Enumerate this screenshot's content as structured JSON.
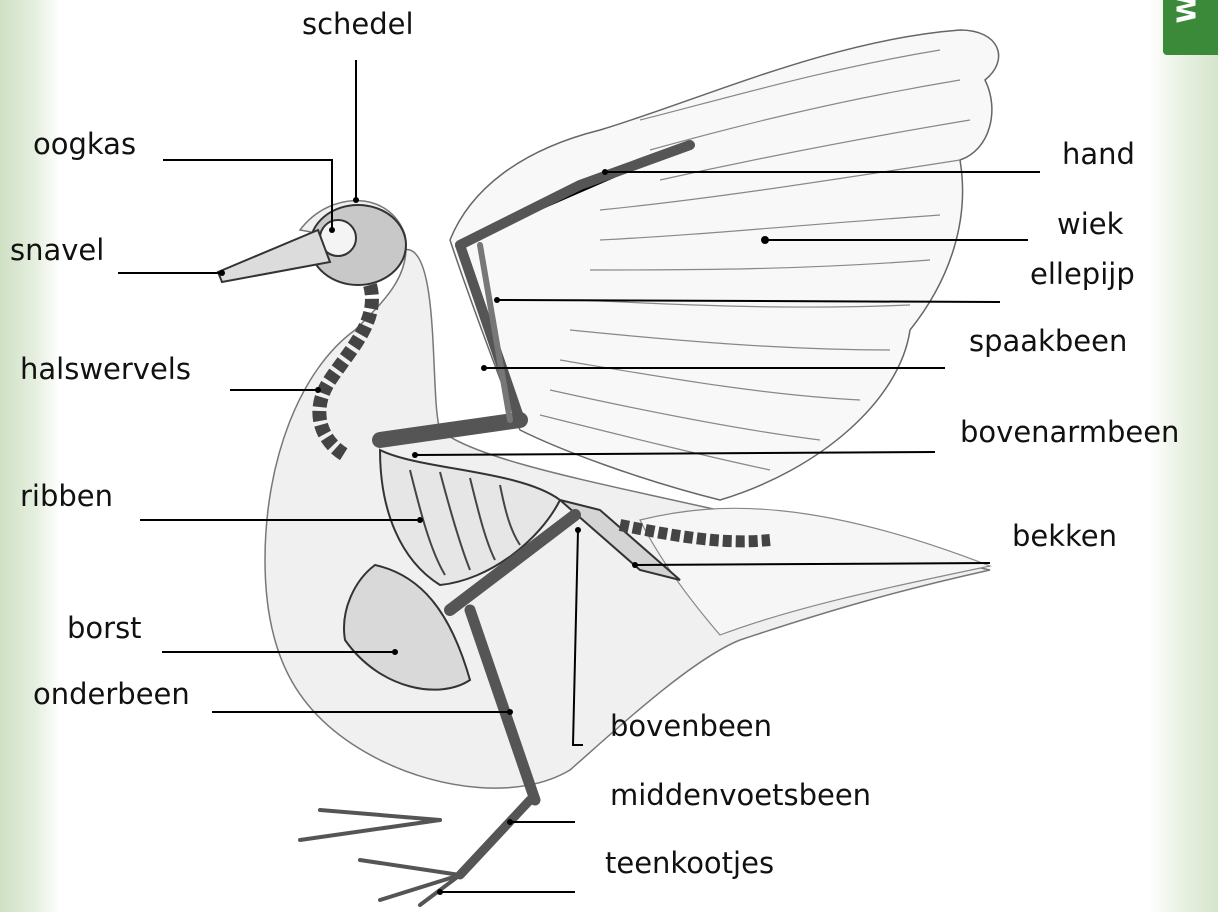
{
  "labels": {
    "schedel": "schedel",
    "oogkas": "oogkas",
    "snavel": "snavel",
    "halswervels": "halswervels",
    "ribben": "ribben",
    "borst": "borst",
    "onderbeen": "onderbeen",
    "hand": "hand",
    "wiek": "wiek",
    "ellepijp": "ellepijp",
    "spaakbeen": "spaakbeen",
    "bovenarmbeen": "bovenarmbeen",
    "bekken": "bekken",
    "bovenbeen": "bovenbeen",
    "middenvoetsbeen": "middenvoetsbeen",
    "teenkootjes": "teenkootjes"
  },
  "colors": {
    "tab": "#3a8a3a",
    "bone": "#e9e9e9",
    "line": "#000000"
  },
  "tab": {
    "text": "W"
  }
}
